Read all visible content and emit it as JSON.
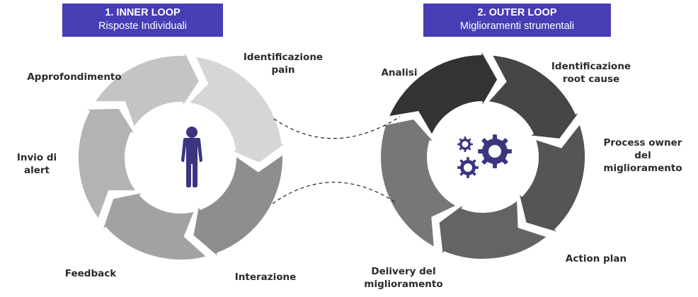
{
  "inner_loop": {
    "header": {
      "title": "1. INNER LOOP",
      "subtitle": "Risposte Individuali",
      "color": "#473db5"
    },
    "center_icon": "person-icon",
    "steps": [
      {
        "label": "Identificazione\npain",
        "color": "#d6d6d6"
      },
      {
        "label": "Interazione",
        "color": "#8e8e8e"
      },
      {
        "label": "Feedback",
        "color": "#a2a2a2"
      },
      {
        "label": "Invio di\nalert",
        "color": "#b3b3b3"
      },
      {
        "label": "Approfondimento",
        "color": "#c4c4c4"
      }
    ]
  },
  "outer_loop": {
    "header": {
      "title": "2. OUTER LOOP",
      "subtitle": "Miglioramenti strumentali",
      "color": "#473db5"
    },
    "center_icon": "gears-icon",
    "steps": [
      {
        "label": "Analisi",
        "color": "#333333"
      },
      {
        "label": "Identificazione\nroot cause",
        "color": "#464646"
      },
      {
        "label": "Process owner\ndel\nmiglioramento",
        "color": "#555555"
      },
      {
        "label": "Action plan",
        "color": "#646464"
      },
      {
        "label": "Delivery del\nmiglioramento",
        "color": "#777777"
      }
    ]
  },
  "connector": {
    "style": "dashed",
    "color": "#222222"
  },
  "icon_color": "#3b3580"
}
